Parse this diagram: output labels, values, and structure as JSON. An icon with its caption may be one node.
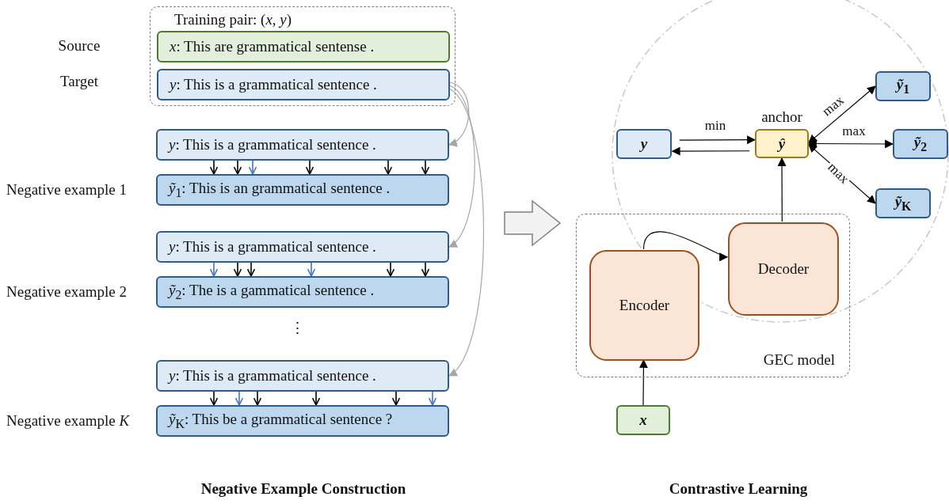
{
  "diagram": {
    "nodes": [
      {
        "text": [
          "Training pair: (*x*, *y*)"
        ]
      },
      {
        "text": [
          "*x*: This are grammatical sentense ."
        ],
        "in": 0,
        "beside": [
          "Source"
        ]
      },
      {
        "text": [
          "*y*: This is a grammatical sentence ."
        ],
        "in": 0,
        "beside": [
          "Target"
        ]
      },
      {
        "text": [
          "*y*: This is a grammatical sentence ."
        ]
      },
      {
        "text": [
          "*ỹ*$_{1}$: This is an grammatical sentence ."
        ],
        "beside": [
          "Negative example 1"
        ]
      },
      {
        "text": [
          "*y*: This is a grammatical sentence ."
        ]
      },
      {
        "text": [
          "*ỹ*$_{2}$: The is a gammatical sentence ."
        ],
        "beside": [
          "Negative example 2"
        ]
      },
      {
        "text": [
          "*y*: This is a grammatical sentence ."
        ]
      },
      {
        "text": [
          "*ỹ*$_{K}$: This be a grammatical sentence ?"
        ],
        "beside": [
          "Negative example *K*"
        ]
      },
      {
        "text": [
          "*y*"
        ]
      },
      {
        "text": [
          "*ŷ*"
        ],
        "beside": [
          "anchor"
        ]
      },
      {
        "text": [
          "*ỹ*$_{1}$"
        ]
      },
      {
        "text": [
          "*ỹ*$_{2}$"
        ]
      },
      {
        "text": [
          "*ỹ*$_{K}$"
        ]
      },
      {
        "text": [
          "GEC model"
        ]
      },
      {
        "text": [
          "Encoder"
        ],
        "in": 14
      },
      {
        "text": [
          "Decoder"
        ],
        "in": 14
      },
      {
        "text": [
          "*x*"
        ]
      }
    ],
    "edges": [
      {
        "from": 2,
        "to": 3,
        "arrow": "to",
        "color": "#a6a6a6"
      },
      {
        "from": 2,
        "to": 5,
        "arrow": "to",
        "color": "#a6a6a6"
      },
      {
        "from": 2,
        "to": 7,
        "arrow": "to",
        "color": "#a6a6a6"
      },
      {
        "from": 3,
        "to": 4,
        "arrow": "to"
      },
      {
        "from": 3,
        "to": 4,
        "arrow": "to"
      },
      {
        "from": 3,
        "to": 4,
        "arrow": "to",
        "color": "#4472c4"
      },
      {
        "from": 3,
        "to": 4,
        "arrow": "to"
      },
      {
        "from": 3,
        "to": 4,
        "arrow": "to"
      },
      {
        "from": 3,
        "to": 4,
        "arrow": "to"
      },
      {
        "from": 5,
        "to": 6,
        "arrow": "to",
        "color": "#4472c4"
      },
      {
        "from": 5,
        "to": 6,
        "arrow": "to"
      },
      {
        "from": 5,
        "to": 6,
        "arrow": "to"
      },
      {
        "from": 5,
        "to": 6,
        "arrow": "to",
        "color": "#4472c4"
      },
      {
        "from": 5,
        "to": 6,
        "arrow": "to"
      },
      {
        "from": 5,
        "to": 6,
        "arrow": "to"
      },
      {
        "from": 7,
        "to": 8,
        "arrow": "to"
      },
      {
        "from": 7,
        "to": 8,
        "arrow": "to",
        "color": "#4472c4"
      },
      {
        "from": 7,
        "to": 8,
        "arrow": "to"
      },
      {
        "from": 7,
        "to": 8,
        "arrow": "to"
      },
      {
        "from": 7,
        "to": 8,
        "arrow": "to"
      },
      {
        "from": 7,
        "to": 8,
        "arrow": "to",
        "color": "#4472c4"
      },
      {
        "from": 9,
        "to": 10,
        "label": "min",
        "arrow": "to"
      },
      {
        "from": 10,
        "to": 9,
        "arrow": "to"
      },
      {
        "from": 10,
        "to": 11,
        "label": "max",
        "arrow": "both"
      },
      {
        "from": 10,
        "to": 12,
        "label": "max",
        "arrow": "both"
      },
      {
        "from": 10,
        "to": 13,
        "label": "max",
        "arrow": "both"
      },
      {
        "from": 15,
        "to": 16,
        "arrow": "to"
      },
      {
        "from": 16,
        "to": 10,
        "arrow": "to"
      },
      {
        "from": 17,
        "to": 15,
        "arrow": "to"
      }
    ],
    "labels": [
      "⋮",
      "Negative Example Construction",
      "Contrastive Learning"
    ]
  }
}
